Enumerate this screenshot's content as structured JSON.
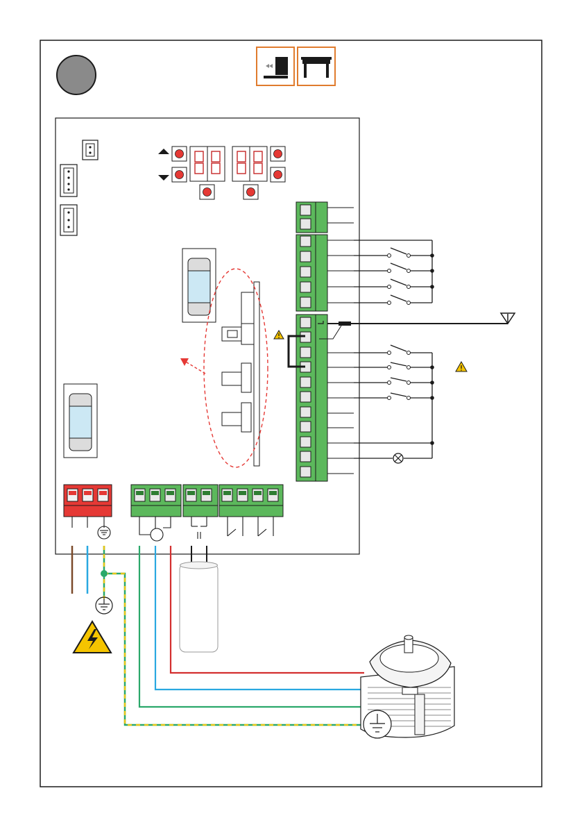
{
  "page": {
    "title": "",
    "background": "#ffffff"
  },
  "colors": {
    "frame": "#1a1a1a",
    "badge_fill": "#8a8a8a",
    "accent_orange": "#e07b2d",
    "terminal_green": "#5cb85c",
    "terminal_green_dark": "#2e7d32",
    "terminal_red": "#e53935",
    "wire_brown": "#7b4a2a",
    "wire_blue": "#29a8e0",
    "wire_green": "#2aa86a",
    "wire_red": "#d32f2f",
    "wire_yellow_green": "#e6c619",
    "warning_yellow": "#f5c400",
    "dashed_red": "#e53935",
    "button_red": "#e53935",
    "display_red": "#c62828"
  },
  "icons": {
    "badge": "step-badge-icon",
    "slide_gate": "sliding-gate-icon",
    "barrier": "barrier-icon",
    "warning": "warning-triangle-icon",
    "high_voltage": "high-voltage-warning-icon",
    "ground": "ground-icon",
    "antenna": "antenna-icon",
    "lamp": "lamp-icon",
    "motor": "motor-icon",
    "capacitor": "capacitor-icon",
    "arrow_up": "arrow-up-icon",
    "arrow_down": "arrow-down-icon"
  },
  "board": {
    "display_digits": [
      "8",
      "8",
      "8",
      "8"
    ],
    "buttons": [
      "up-button",
      "down-button",
      "enter-button-left",
      "enter-button-right",
      "right-button-top",
      "right-button-bottom"
    ]
  },
  "terminals": {
    "top_pair": 2,
    "input_block": 5,
    "main_block": 11,
    "power_red": 3,
    "motor_green": 3,
    "capacitor_green": 2,
    "relay_green": 4
  }
}
